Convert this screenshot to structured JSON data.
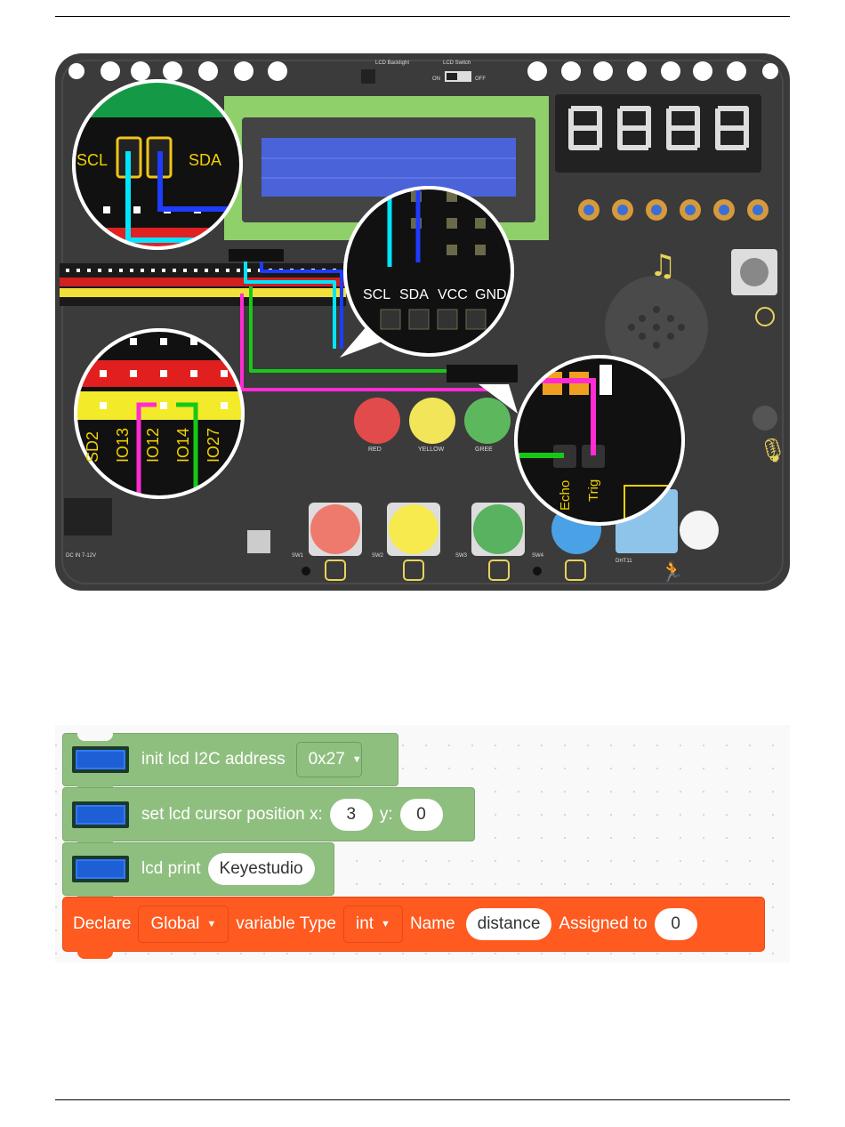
{
  "board": {
    "zoom_left_labels": [
      "SCL",
      "SDA"
    ],
    "zoom_lcd_labels": [
      "SCL",
      "SDA",
      "VCC",
      "GND"
    ],
    "zoom_pin_labels": [
      "SD2",
      "IO13",
      "IO12",
      "IO14",
      "IO27"
    ],
    "zoom_ultra_labels": [
      "Echo",
      "Trig"
    ],
    "small": {
      "lcd_backlight": "LCD Backlight",
      "lcd_switch": "LCD Switch",
      "on": "ON",
      "off": "OFF",
      "red": "RED",
      "yellow": "YELLOW",
      "green": "GREE",
      "sw1": "SW1",
      "sw2": "SW2",
      "sw3": "SW3",
      "sw4": "SW4",
      "dht": "DHT11",
      "dc": "DC IN 7-12V"
    }
  },
  "blocks": {
    "init_label": "init lcd I2C address",
    "init_address": "0x27",
    "cursor_label": "set lcd cursor position x:",
    "cursor_x": "3",
    "cursor_y_label": "y:",
    "cursor_y": "0",
    "print_label": "lcd print",
    "print_text": "Keyestudio",
    "declare_label": "Declare",
    "declare_scope": "Global",
    "declare_type_label": "variable Type",
    "declare_type": "int",
    "declare_name_label": "Name",
    "declare_name": "distance",
    "declare_assigned_label": "Assigned to",
    "declare_value": "0"
  },
  "colors": {
    "board": "#3a3a3a",
    "green_block": "#8fbf7f",
    "orange_block": "#ff5a1f",
    "lcd_icon": "#1e5fd6"
  }
}
